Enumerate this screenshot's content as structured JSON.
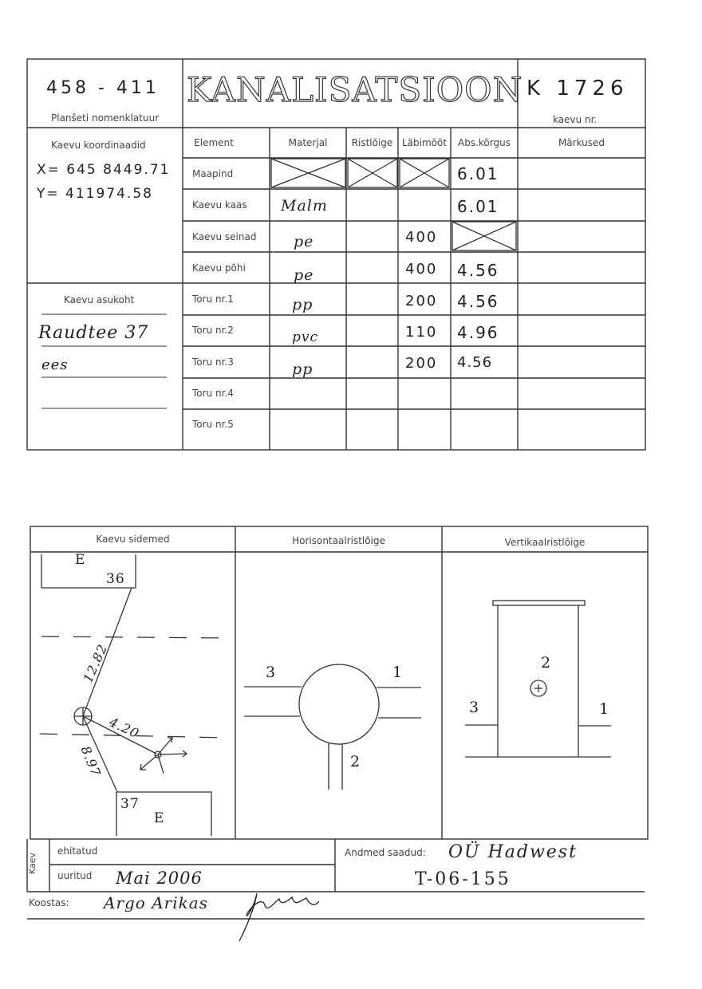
{
  "header": {
    "nomenclature_value": "458 - 411",
    "nomenclature_label": "Planšeti nomenklatuur",
    "title": "KANALISATSIOON",
    "well_no_value": "K 1726",
    "well_no_label": "kaevu nr."
  },
  "coordinates": {
    "label": "Kaevu koordinaadid",
    "x": "X= 645 8449.71",
    "y": "Y= 411974.58"
  },
  "location": {
    "label": "Kaevu asukoht",
    "line1": "Raudtee 37",
    "line2": "ees"
  },
  "table": {
    "headers": [
      "Element",
      "Materjal",
      "Ristlõige",
      "Läbimõõt",
      "Abs.kõrgus",
      "Märkused"
    ],
    "rows": [
      {
        "element": "Maapind",
        "material": "",
        "diameter": "",
        "height": "6.01"
      },
      {
        "element": "Kaevu kaas",
        "material": "Malm",
        "diameter": "",
        "height": "6.01"
      },
      {
        "element": "Kaevu seinad",
        "material": "pe",
        "diameter": "400",
        "height": ""
      },
      {
        "element": "Kaevu põhi",
        "material": "pe",
        "diameter": "400",
        "height": "4.56"
      },
      {
        "element": "Toru nr.1",
        "material": "pp",
        "diameter": "200",
        "height": "4.56"
      },
      {
        "element": "Toru nr.2",
        "material": "pvc",
        "diameter": "110",
        "height": "4.96"
      },
      {
        "element": "Toru nr.3",
        "material": "pp",
        "diameter": "200",
        "height": "4.56"
      },
      {
        "element": "Toru nr.4",
        "material": "",
        "diameter": "",
        "height": ""
      },
      {
        "element": "Toru nr.5",
        "material": "",
        "diameter": "",
        "height": ""
      }
    ]
  },
  "panels": {
    "ties": "Kaevu sidemed",
    "horizontal": "Horisontaalristlõige",
    "vertical": "Vertikaalristlõige"
  },
  "sketch": {
    "building_top_letter": "E",
    "building_top_number": "36",
    "building_bottom_number": "37",
    "building_bottom_letter": "E",
    "dist_1": "12.82",
    "dist_2": "4.20",
    "dist_3": "8.97",
    "pipe_1": "1",
    "pipe_2": "2",
    "pipe_3": "3"
  },
  "footer": {
    "side_label": "Kaev",
    "built_label": "ehitatud",
    "inspected_label": "uuritud",
    "inspected_value": "Mai 2006",
    "data_label": "Andmed saadud:",
    "company": "OÜ Hadwest",
    "job_no": "T-06-155",
    "compiled_label": "Koostas:",
    "compiled_by": "Argo Arikas"
  }
}
